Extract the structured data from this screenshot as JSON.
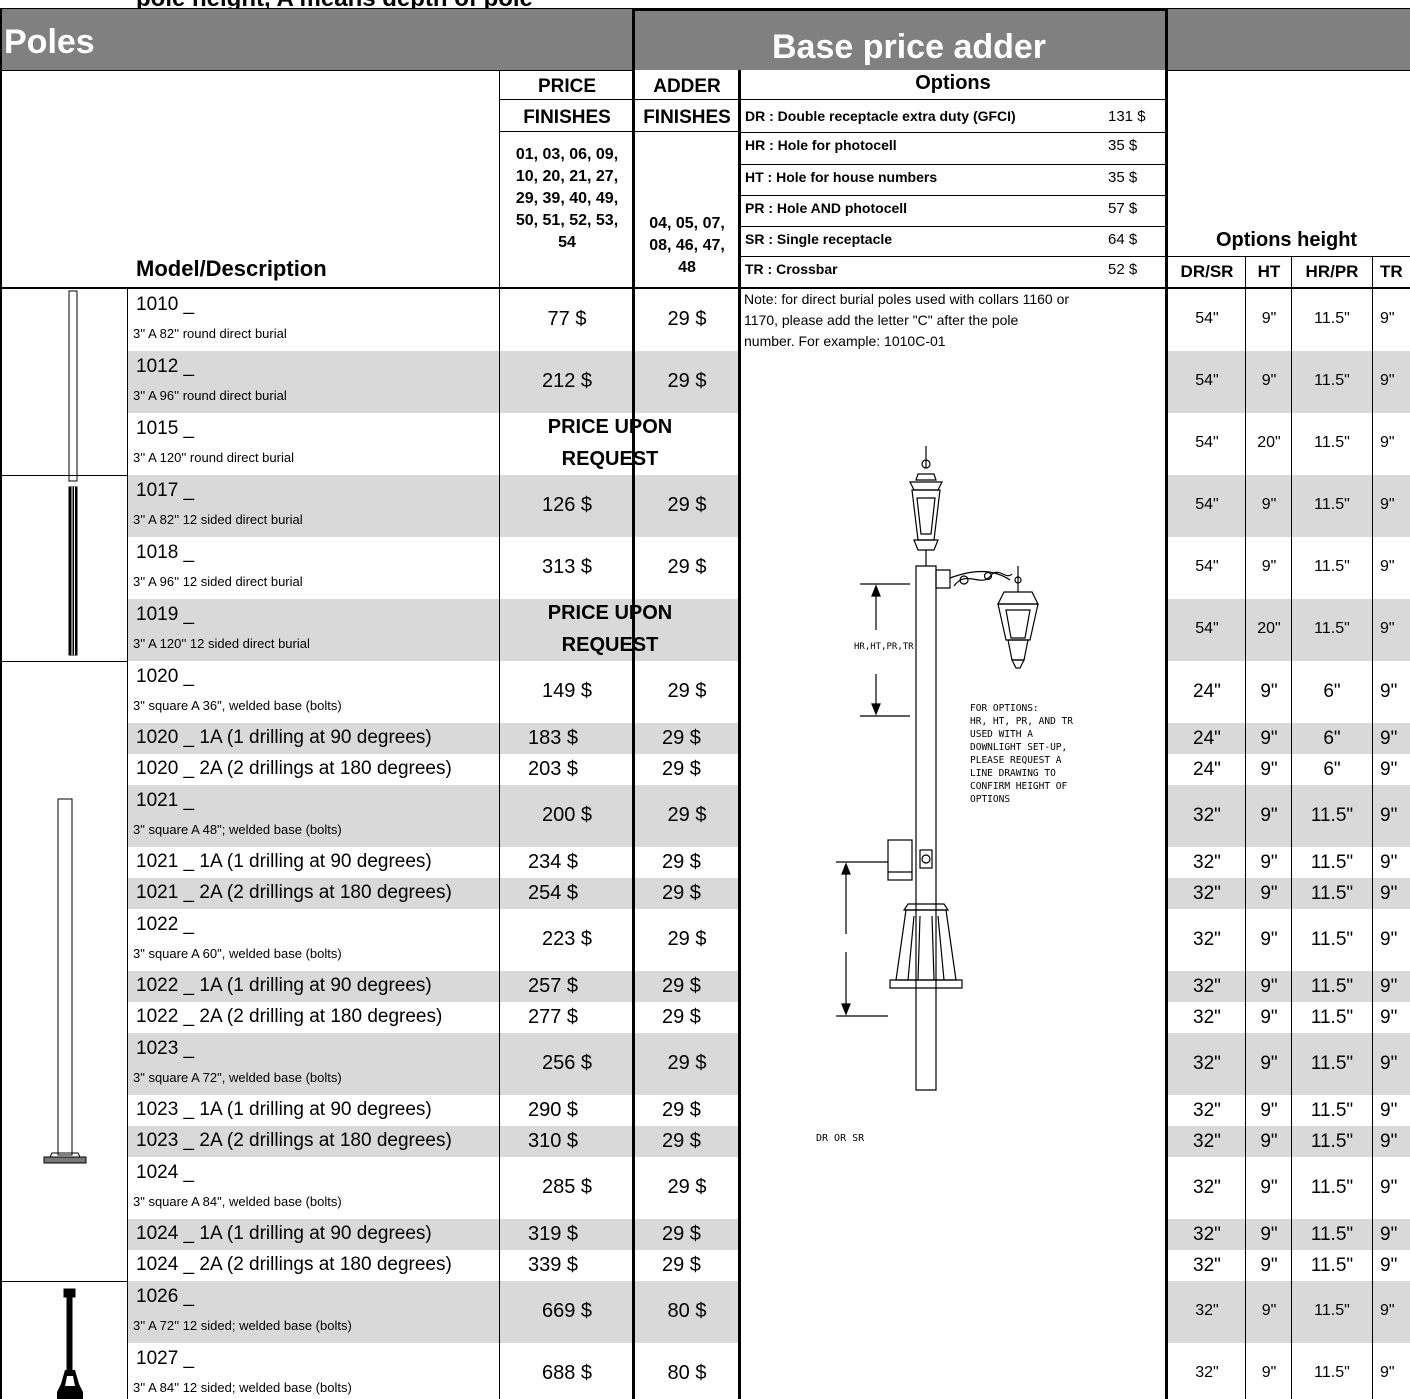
{
  "header": {
    "top_banner": "pole height, A means depth of pole",
    "poles_title": "Poles",
    "base_price_title": "Base price adder"
  },
  "columns": {
    "price_line1": "PRICE",
    "price_line2": "FINISHES",
    "adder_line1": "ADDER",
    "adder_line2": "FINISHES",
    "price_finish_codes": [
      "01, 03, 06, 09,",
      "10, 20, 21, 27,",
      "29, 39, 40, 49,",
      "50, 51, 52, 53,",
      "54"
    ],
    "adder_finish_codes": [
      "04, 05, 07,",
      "08, 46, 47,",
      "48"
    ],
    "model_description": "Model/Description"
  },
  "options": {
    "title": "Options",
    "items": [
      {
        "label": "DR : Double receptacle extra duty (GFCI)",
        "price": "131 $"
      },
      {
        "label": "HR : Hole for photocell",
        "price": "35 $"
      },
      {
        "label": "HT : Hole for house numbers",
        "price": "35 $"
      },
      {
        "label": "PR : Hole AND photocell",
        "price": "57 $"
      },
      {
        "label": "SR : Single receptacle",
        "price": "64 $"
      },
      {
        "label": "TR : Crossbar",
        "price": "52 $"
      }
    ],
    "note": [
      "Note: for direct burial poles used with collars 1160 or",
      "1170, please add the letter \"C\" after the pole",
      "number. For example: 1010C-01"
    ]
  },
  "options_height": {
    "title": "Options height",
    "headers": [
      "DR/SR",
      "HT",
      "HR/PR",
      "TR"
    ]
  },
  "drawing": {
    "label_upper": "HR,HT,PR,TR",
    "label_lower": "DR OR SR",
    "notice": [
      "FOR OPTIONS:",
      "HR, HT, PR, AND TR",
      "USED WITH A",
      "DOWNLIGHT SET-UP,",
      "PLEASE REQUEST A",
      "LINE DRAWING TO",
      "CONFIRM HEIGHT OF",
      "OPTIONS"
    ]
  },
  "rows": [
    {
      "model": "1010 _",
      "desc": "3'' A 82'' round direct burial",
      "price": "77 $",
      "adder": "29 $",
      "h": [
        "54\"",
        "9\"",
        "11.5\"",
        "9\""
      ]
    },
    {
      "model": "1012 _",
      "desc": "3'' A 96'' round direct burial",
      "price": "212 $",
      "adder": "29 $",
      "h": [
        "54\"",
        "9\"",
        "11.5\"",
        "9\""
      ]
    },
    {
      "model": "1015 _",
      "desc": "3'' A 120'' round direct burial",
      "request": [
        "PRICE UPON",
        "REQUEST"
      ],
      "h": [
        "54\"",
        "20\"",
        "11.5\"",
        "9\""
      ]
    },
    {
      "model": "1017 _",
      "desc": "3'' A 82'' 12 sided direct burial",
      "price": "126 $",
      "adder": "29 $",
      "h": [
        "54\"",
        "9\"",
        "11.5\"",
        "9\""
      ]
    },
    {
      "model": "1018 _",
      "desc": "3'' A 96'' 12 sided direct burial",
      "price": "313 $",
      "adder": "29 $",
      "h": [
        "54\"",
        "9\"",
        "11.5\"",
        "9\""
      ]
    },
    {
      "model": "1019 _",
      "desc": "3'' A 120'' 12 sided direct burial",
      "request": [
        "PRICE UPON",
        "REQUEST"
      ],
      "h": [
        "54\"",
        "20\"",
        "11.5\"",
        "9\""
      ]
    },
    {
      "model": "1020 _",
      "desc": "3\" square A 36\", welded base (bolts)",
      "price": "149 $",
      "adder": "29 $",
      "h": [
        "24\"",
        "9\"",
        "6\"",
        "9\""
      ]
    },
    {
      "model": "1020 _ 1A (1 drilling at 90 degrees)",
      "price": "183 $",
      "adder": "29 $",
      "h": [
        "24\"",
        "9\"",
        "6\"",
        "9\""
      ]
    },
    {
      "model": "1020 _ 2A (2 drillings at 180 degrees)",
      "price": "203 $",
      "adder": "29 $",
      "h": [
        "24\"",
        "9\"",
        "6\"",
        "9\""
      ]
    },
    {
      "model": "1021 _",
      "desc": "3\" square A 48\"; welded base (bolts)",
      "price": "200 $",
      "adder": "29 $",
      "h": [
        "32\"",
        "9\"",
        "11.5\"",
        "9\""
      ]
    },
    {
      "model": "1021 _ 1A (1 drilling at 90 degrees)",
      "price": "234 $",
      "adder": "29 $",
      "h": [
        "32\"",
        "9\"",
        "11.5\"",
        "9\""
      ]
    },
    {
      "model": "1021 _ 2A (2 drillings at 180 degrees)",
      "price": "254 $",
      "adder": "29 $",
      "h": [
        "32\"",
        "9\"",
        "11.5\"",
        "9\""
      ]
    },
    {
      "model": "1022 _",
      "desc": "3\" square A 60\", welded base (bolts)",
      "price": "223 $",
      "adder": "29 $",
      "h": [
        "32\"",
        "9\"",
        "11.5\"",
        "9\""
      ]
    },
    {
      "model": "1022 _ 1A (1 drilling at 90 degrees)",
      "price": "257 $",
      "adder": "29 $",
      "h": [
        "32\"",
        "9\"",
        "11.5\"",
        "9\""
      ]
    },
    {
      "model": "1022 _ 2A (2 drilling at 180 degrees)",
      "price": "277 $",
      "adder": "29 $",
      "h": [
        "32\"",
        "9\"",
        "11.5\"",
        "9\""
      ]
    },
    {
      "model": "1023 _",
      "desc": "3\" square A 72\", welded base (bolts)",
      "price": "256 $",
      "adder": "29 $",
      "h": [
        "32\"",
        "9\"",
        "11.5\"",
        "9\""
      ]
    },
    {
      "model": "1023 _ 1A (1 drilling at 90 degrees)",
      "price": "290 $",
      "adder": "29 $",
      "h": [
        "32\"",
        "9\"",
        "11.5\"",
        "9\""
      ]
    },
    {
      "model": "1023 _ 2A (2 drillings at 180 degrees)",
      "price": "310 $",
      "adder": "29 $",
      "h": [
        "32\"",
        "9\"",
        "11.5\"",
        "9\""
      ]
    },
    {
      "model": "1024 _",
      "desc": "3\" square A 84\", welded base (bolts)",
      "price": "285 $",
      "adder": "29 $",
      "h": [
        "32\"",
        "9\"",
        "11.5\"",
        "9\""
      ]
    },
    {
      "model": "1024 _ 1A (1 drilling at 90 degrees)",
      "price": "319 $",
      "adder": "29 $",
      "h": [
        "32\"",
        "9\"",
        "11.5\"",
        "9\""
      ]
    },
    {
      "model": "1024 _ 2A (2 drillings at 180 degrees)",
      "price": "339 $",
      "adder": "29 $",
      "h": [
        "32\"",
        "9\"",
        "11.5\"",
        "9\""
      ]
    },
    {
      "model": "1026 _",
      "desc": "3'' A  72'' 12 sided; welded base (bolts)",
      "price": "669 $",
      "adder": "80 $",
      "h": [
        "32\"",
        "9\"",
        "11.5\"",
        "9\""
      ]
    },
    {
      "model": "1027 _",
      "desc": "3'' A  84'' 12 sided; welded base (bolts)",
      "price": "688 $",
      "adder": "80 $",
      "h": [
        "32\"",
        "9\"",
        "11.5\"",
        "9\""
      ]
    }
  ]
}
